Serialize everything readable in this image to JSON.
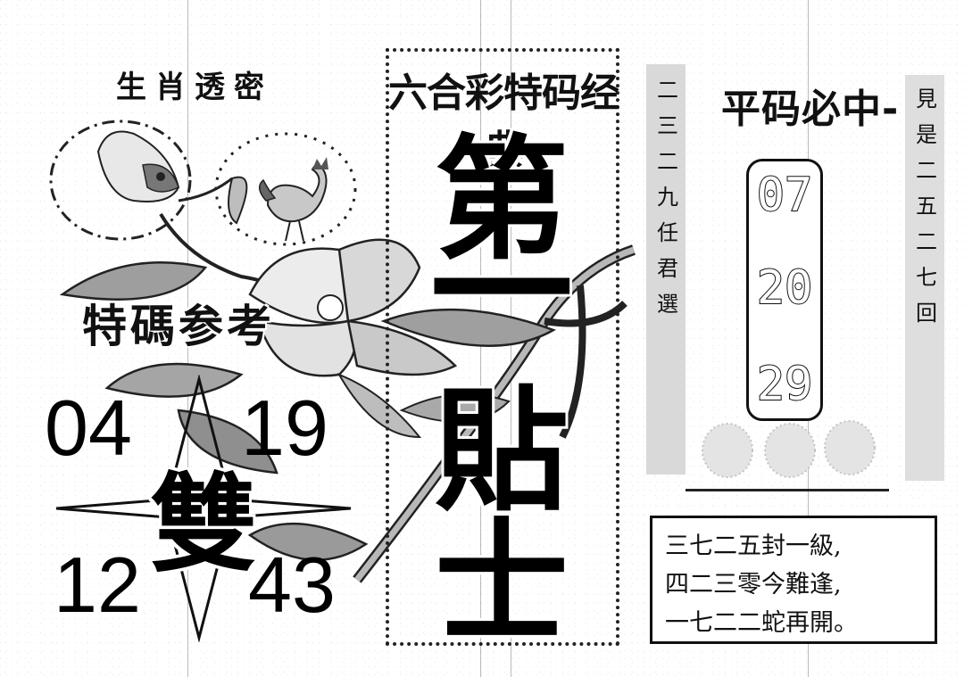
{
  "zodiac_section": {
    "title": "生肖透密"
  },
  "reference_section": {
    "title": "特碼参考",
    "numbers": [
      "04",
      "19",
      "12",
      "43"
    ],
    "double_label": "雙"
  },
  "center_section": {
    "title": "六合彩特码经典",
    "issue_prefix": "第",
    "issue_number": "一",
    "name_chars": [
      "貼",
      "士"
    ]
  },
  "issue_column_left": {
    "text": "二三二九任君選"
  },
  "flat_section": {
    "title": "平码必中-",
    "numbers": [
      "07",
      "20",
      "29"
    ]
  },
  "issue_column_right": {
    "text": "見是二五二七回"
  },
  "poem": {
    "lines": [
      "三七二五封一級,",
      "四二三零今難逢,",
      "一七二二蛇再開。"
    ]
  },
  "colors": {
    "ink": "#111111",
    "column_shade": "#d9d9d9",
    "petal_shade": "#9a9a9a"
  }
}
